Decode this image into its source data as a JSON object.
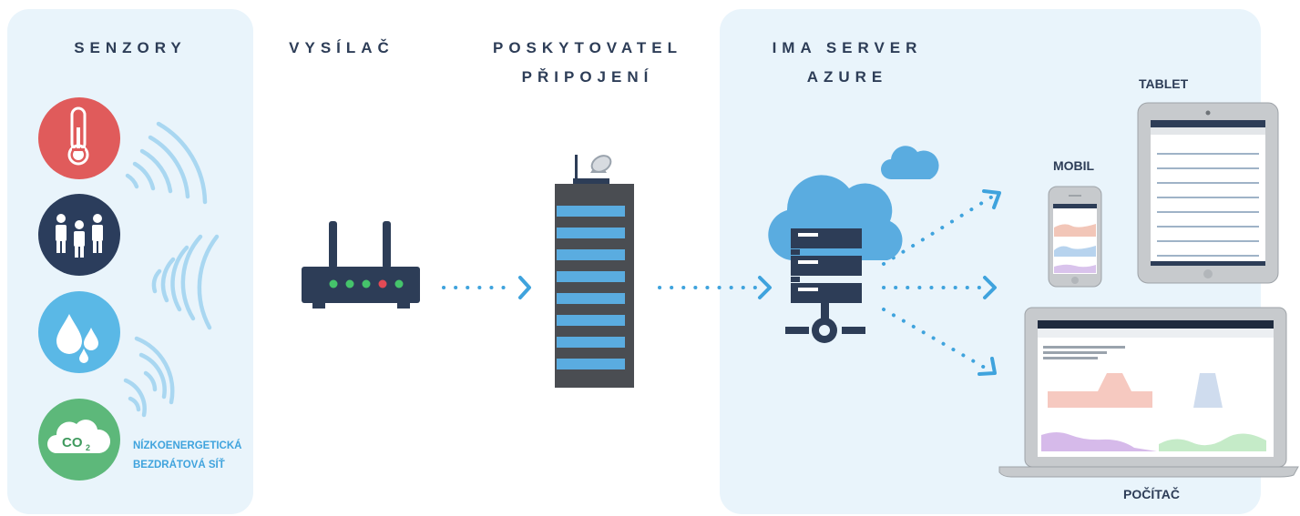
{
  "sections": {
    "sensors": "SENZORY",
    "transmitter": "VYSÍLAČ",
    "provider_line1": "POSKYTOVATEL",
    "provider_line2": "PŘIPOJENÍ",
    "server_line1": "IMA SERVER",
    "server_line2": "AZURE"
  },
  "network_label_line1": "NÍZKOENERGETICKÁ",
  "network_label_line2": "BEZDRÁTOVÁ SÍŤ",
  "co2_label": "CO",
  "co2_sub": "2",
  "devices": {
    "mobile": "MOBIL",
    "tablet": "TABLET",
    "computer": "POČÍTAČ"
  },
  "colors": {
    "panel": "#e9f4fb",
    "navy": "#2d3d57",
    "accent_blue": "#3fa3dd",
    "sensor_red": "#e05b5b",
    "sensor_navy": "#2b3d5c",
    "sensor_water": "#5ab8e6",
    "sensor_green": "#5db87a",
    "led_green": "#45c46b",
    "led_red": "#e24a55"
  },
  "icons": {
    "temperature": "thermometer-icon",
    "occupancy": "people-icon",
    "humidity": "water-drops-icon",
    "co2": "co2-cloud-icon"
  }
}
